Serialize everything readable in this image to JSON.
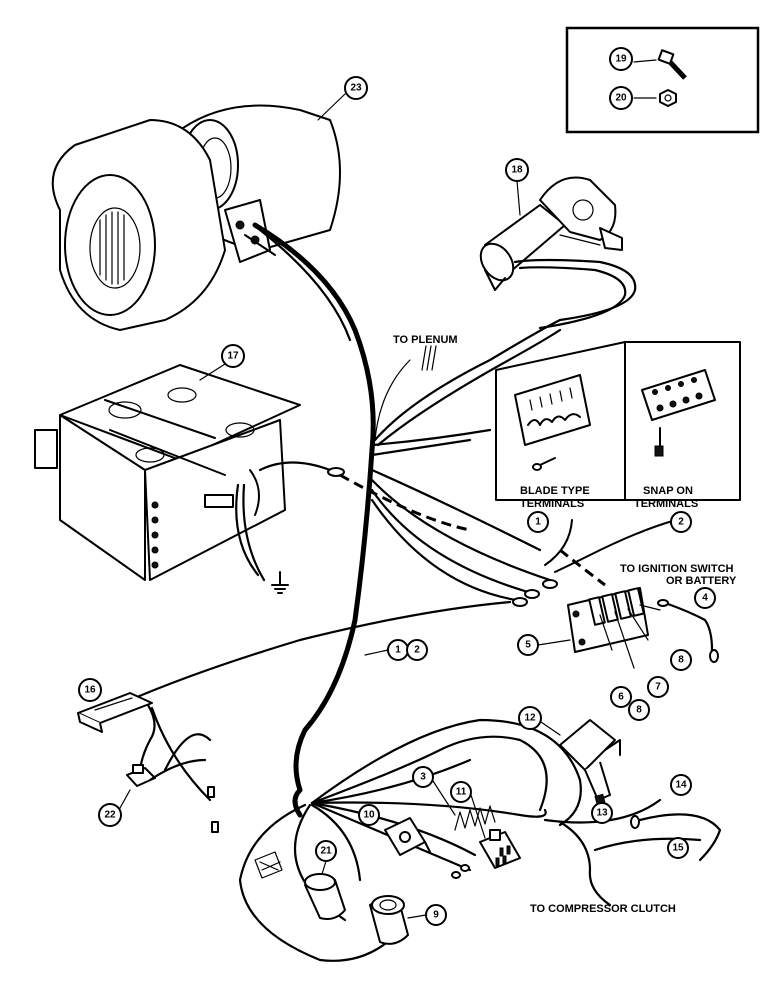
{
  "labels": {
    "to_plenum": "TO PLENUM",
    "blade_type_1": "BLADE TYPE",
    "blade_type_2": "TERMINALS",
    "snap_on_1": "SNAP ON",
    "snap_on_2": "TERMINALS",
    "ignition_1": "TO IGNITION SWITCH",
    "ignition_2": "OR BATTERY",
    "compressor": "TO COMPRESSOR CLUTCH"
  },
  "callouts": {
    "c1": "1",
    "c2": "2",
    "c3": "3",
    "c4": "4",
    "c5": "5",
    "c6": "6",
    "c7": "7",
    "c8a": "8",
    "c8b": "8",
    "c9": "9",
    "c10": "10",
    "c11": "11",
    "c12": "12",
    "c13": "13",
    "c14": "14",
    "c15": "15",
    "c16": "16",
    "c17": "17",
    "c18": "18",
    "c19": "19",
    "c20": "20",
    "c21": "21",
    "c22": "22",
    "c23": "23",
    "c1b": "1",
    "c2b": "2"
  }
}
